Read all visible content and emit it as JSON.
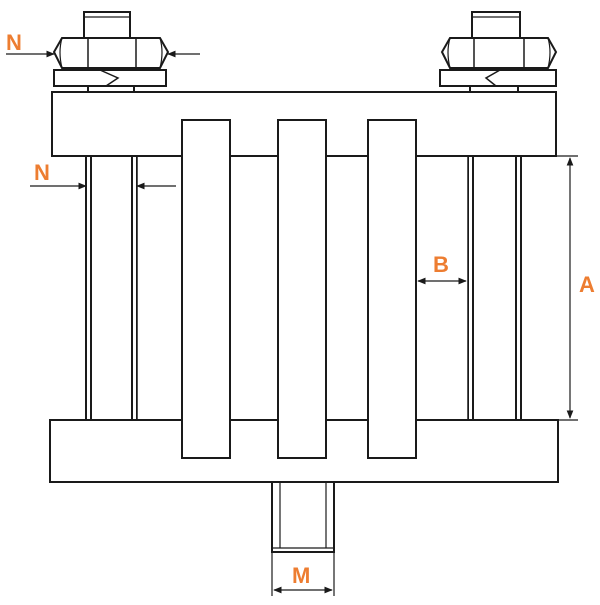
{
  "labels": {
    "n_top": "N",
    "n_side": "N",
    "a": "A",
    "b": "B",
    "m": "M"
  },
  "colors": {
    "label": "#ED7D31",
    "line": "#1a1a1a",
    "fill": "#ffffff"
  }
}
